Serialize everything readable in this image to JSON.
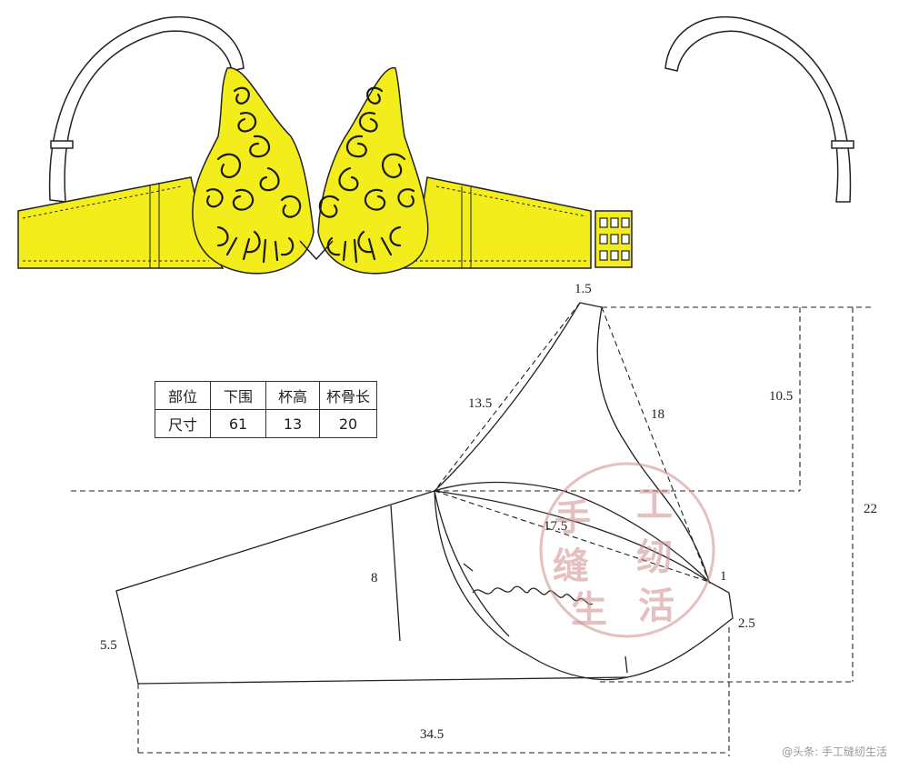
{
  "spec_table": {
    "headers": [
      "部位",
      "下围",
      "杯高",
      "杯骨长"
    ],
    "values": [
      "尺寸",
      "61",
      "13",
      "20"
    ]
  },
  "dimensions": {
    "top_width": "1.5",
    "upper_left_edge": "13.5",
    "upper_right_edge": "18",
    "upper_height": "10.5",
    "total_height": "22",
    "cup_diagonal": "17.5",
    "side_height": "8",
    "bottom_gap": "1",
    "right_edge": "2.5",
    "end_height": "5.5",
    "total_width": "34.5"
  },
  "watermark": {
    "chars": [
      "手",
      "工",
      "缝",
      "纫",
      "生",
      "活"
    ],
    "credit": "@头条: 手工缝纫生活"
  },
  "colors": {
    "bra_fill": "#f2ed1b",
    "lace": "#1a1a10",
    "line": "#222222",
    "watermark": "#cd8c8c"
  }
}
